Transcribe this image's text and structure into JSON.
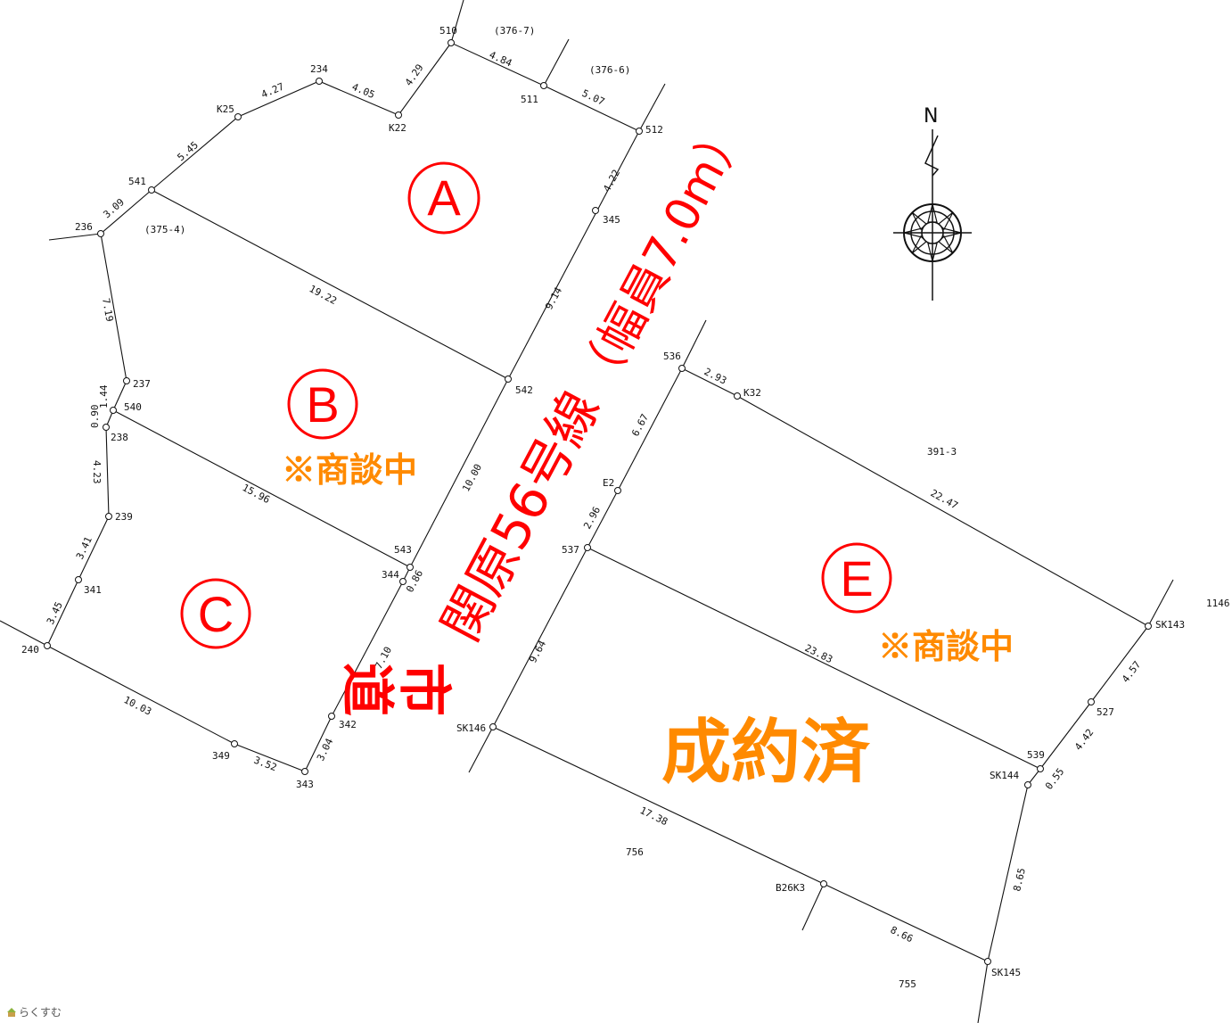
{
  "lots": [
    {
      "id": "A",
      "letter": "A"
    },
    {
      "id": "B",
      "letter": "B",
      "status": "※商談中"
    },
    {
      "id": "C",
      "letter": "C"
    },
    {
      "id": "E",
      "letter": "E",
      "status": "※商談中"
    }
  ],
  "sold_label": "成約済",
  "road": {
    "prefix": "市道",
    "name": "関原56号線",
    "width": "（幅員7.0m）"
  },
  "north_label": "N",
  "points": [
    "510",
    "234",
    "K25",
    "K22",
    "511",
    "512",
    "541",
    "236",
    "345",
    "542",
    "237",
    "540",
    "238",
    "239",
    "341",
    "240",
    "349",
    "343",
    "342",
    "344",
    "543",
    "536",
    "K32",
    "E2",
    "537",
    "SK146",
    "SK143",
    "527",
    "539",
    "SK144",
    "B26K3",
    "SK145"
  ],
  "neighbor_parcels": [
    "(376-7)",
    "(376-6)",
    "(375-4)",
    "391-3",
    "1146",
    "756",
    "755"
  ],
  "dimensions": [
    "4.84",
    "5.07",
    "4.27",
    "4.05",
    "4.29",
    "5.45",
    "3.09",
    "4.22",
    "7.19",
    "19.22",
    "9.14",
    "1.44",
    "0.90",
    "4.23",
    "15.96",
    "10.00",
    "3.41",
    "3.45",
    "0.86",
    "7.10",
    "10.03",
    "3.52",
    "3.04",
    "2.93",
    "6.67",
    "2.96",
    "22.47",
    "9.64",
    "23.83",
    "4.57",
    "4.42",
    "0.55",
    "17.38",
    "8.65",
    "8.66"
  ],
  "watermark": "らくすむ"
}
